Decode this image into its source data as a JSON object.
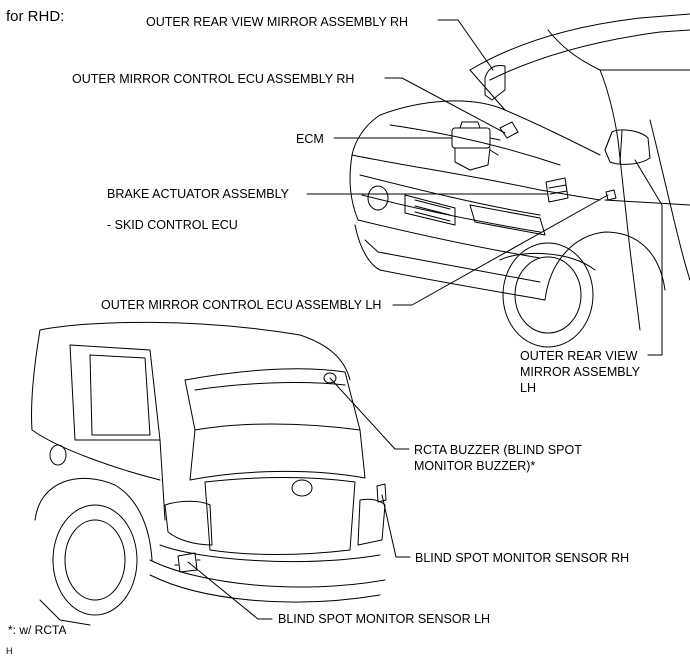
{
  "header": "for RHD:",
  "labels": {
    "outer_rear_view_mirror_rh": "OUTER REAR VIEW MIRROR ASSEMBLY RH",
    "outer_mirror_control_ecu_rh": "OUTER MIRROR CONTROL ECU ASSEMBLY RH",
    "ecm": "ECM",
    "brake_actuator_assembly": "BRAKE ACTUATOR ASSEMBLY",
    "skid_control_ecu": "- SKID CONTROL ECU",
    "outer_mirror_control_ecu_lh": "OUTER MIRROR CONTROL ECU ASSEMBLY LH",
    "outer_rear_view_mirror_lh": "OUTER REAR VIEW\nMIRROR ASSEMBLY\nLH",
    "rcta_buzzer": "RCTA BUZZER (BLIND SPOT\nMONITOR BUZZER)*",
    "blind_spot_sensor_rh": "BLIND SPOT MONITOR SENSOR RH",
    "blind_spot_sensor_lh": "BLIND SPOT MONITOR SENSOR LH"
  },
  "footnote": "*: w/ RCTA",
  "corner_mark": "H"
}
